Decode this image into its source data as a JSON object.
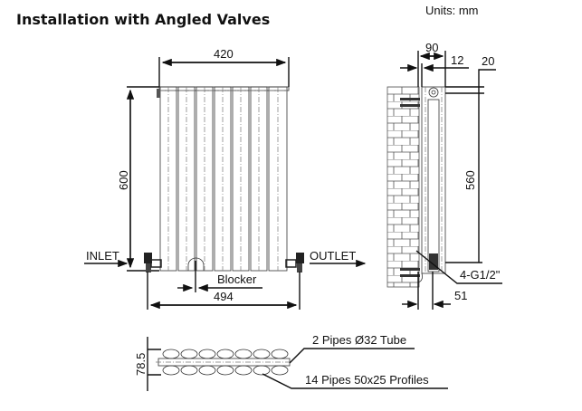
{
  "title": "Installation with Angled Valves",
  "units": "Units: mm",
  "front_view": {
    "width_label": "420",
    "height_label": "600",
    "inlet_label": "INLET",
    "outlet_label": "OUTLET",
    "blocker_label": "Blocker",
    "overall_width_label": "494"
  },
  "side_view": {
    "depth_label": "90",
    "gap_label": "12",
    "top_offset_label": "20",
    "centers_label": "560",
    "connection_label": "4-G1/2\"",
    "wall_offset_label": "51"
  },
  "section_view": {
    "depth_label": "78.5",
    "tube_label": "2 Pipes Ø32  Tube",
    "profile_label": "14 Pipes 50x25    Profiles"
  }
}
